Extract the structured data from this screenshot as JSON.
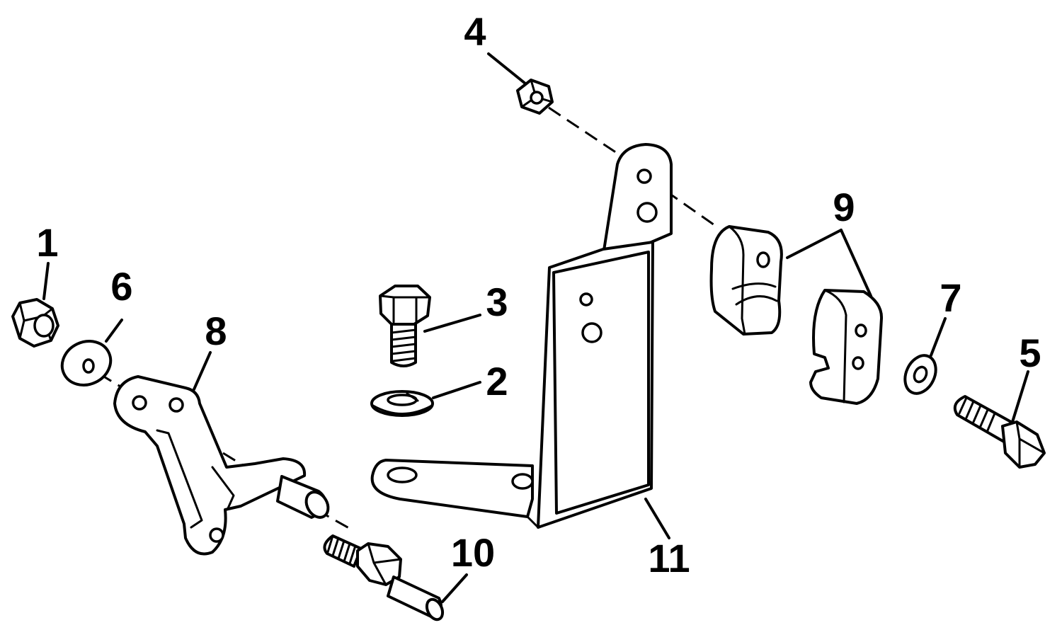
{
  "diagram": {
    "callouts": [
      {
        "id": "1",
        "label": "1"
      },
      {
        "id": "2",
        "label": "2"
      },
      {
        "id": "3",
        "label": "3"
      },
      {
        "id": "4",
        "label": "4"
      },
      {
        "id": "5",
        "label": "5"
      },
      {
        "id": "6",
        "label": "6"
      },
      {
        "id": "7",
        "label": "7"
      },
      {
        "id": "8",
        "label": "8"
      },
      {
        "id": "9",
        "label": "9"
      },
      {
        "id": "10",
        "label": "10"
      },
      {
        "id": "11",
        "label": "11"
      }
    ],
    "parts": [
      {
        "id": "1",
        "icon": "hex-nut-icon"
      },
      {
        "id": "2",
        "icon": "lock-washer-icon"
      },
      {
        "id": "3",
        "icon": "hex-bolt-icon"
      },
      {
        "id": "4",
        "icon": "hex-nut-icon"
      },
      {
        "id": "5",
        "icon": "hex-bolt-icon"
      },
      {
        "id": "6",
        "icon": "flat-washer-icon"
      },
      {
        "id": "7",
        "icon": "flat-washer-icon"
      },
      {
        "id": "8",
        "icon": "lever-arm-icon"
      },
      {
        "id": "9",
        "icon": "cable-clamp-icon"
      },
      {
        "id": "10",
        "icon": "stud-icon"
      },
      {
        "id": "11",
        "icon": "mounting-bracket-icon"
      }
    ]
  }
}
